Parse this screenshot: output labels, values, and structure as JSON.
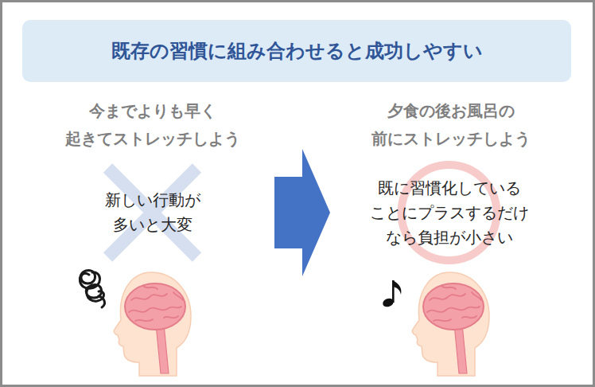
{
  "diagram": {
    "title": "既存の習慣に組み合わせると成功しやすい",
    "nodes": [
      {
        "text": [
          "今までよりも早く 起きてストレッチしよう",
          "新しい行動が 多いと大変"
        ]
      },
      {
        "text": [
          "夕食の後お風呂の 前にストレッチしよう",
          "既に習慣化している ことにプラスするだけ なら負担が小さい"
        ]
      }
    ],
    "edges": [
      {
        "from": 0,
        "to": 1,
        "arrow": "to"
      }
    ]
  }
}
